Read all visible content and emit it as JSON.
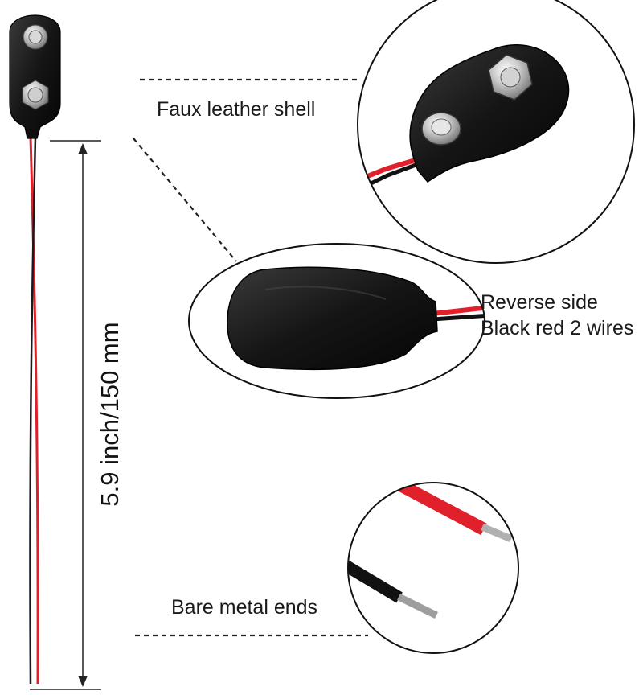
{
  "callouts": {
    "shell": "Faux leather shell",
    "reverse_line1": "Reverse side",
    "reverse_line2": "Black red 2 wires",
    "ends": "Bare metal ends"
  },
  "dimension": "5.9 inch/150 mm",
  "colors": {
    "shell_black": "#141414",
    "wire_red": "#e0202a",
    "wire_black": "#1a1a1a",
    "metal": "#b8b8b8"
  }
}
